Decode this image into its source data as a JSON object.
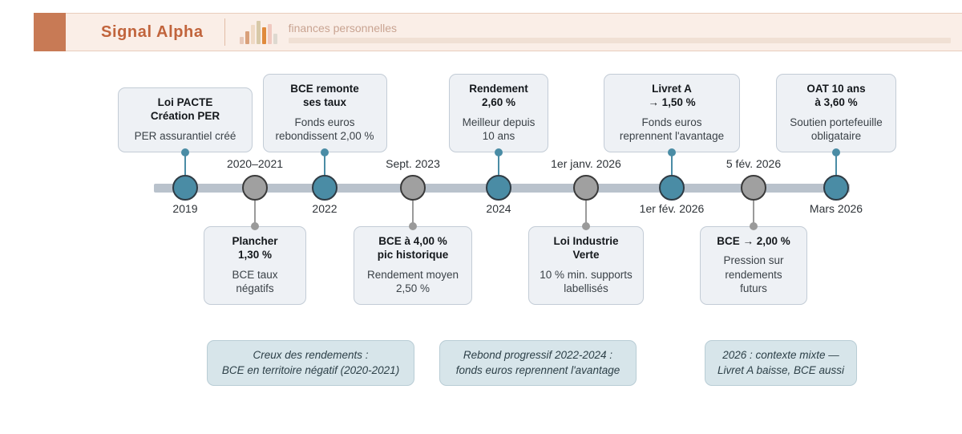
{
  "header": {
    "brand": "Signal Alpha",
    "subtitle": "finances personnelles",
    "logo_icon": "bar-chart-icon",
    "accent_color": "#c87a55",
    "panel_color": "#faeee7",
    "brand_color": "#c1643c",
    "logo_bars": [
      {
        "h": 9,
        "color": "#e8c8b8"
      },
      {
        "h": 16,
        "color": "#d9a07a"
      },
      {
        "h": 24,
        "color": "#efd9c4"
      },
      {
        "h": 29,
        "color": "#d8c9a8"
      },
      {
        "h": 21,
        "color": "#e08a3c"
      },
      {
        "h": 25,
        "color": "#f0c9c0"
      },
      {
        "h": 13,
        "color": "#ded9d0"
      }
    ]
  },
  "timeline": {
    "axis_color": "#b9c2cc",
    "teal_color": "#4a8ca5",
    "gray_color": "#a0a0a0",
    "nodes": [
      {
        "id": "2019",
        "date": "2019",
        "type": "teal",
        "card_position": "above",
        "title": "Loi PACTE\nCréation PER",
        "title_line1": "Loi PACTE",
        "title_line2": "Création PER",
        "subtitle": "PER assurantiel créé"
      },
      {
        "id": "2020-2021",
        "date": "2020–2021",
        "type": "gray",
        "card_position": "below",
        "title_line1": "Plancher",
        "title_line2": "1,30 %",
        "subtitle": "BCE taux négatifs"
      },
      {
        "id": "2022",
        "date": "2022",
        "type": "teal",
        "card_position": "above",
        "title_line1": "BCE remonte",
        "title_line2": "ses taux",
        "subtitle": "Fonds euros\nrebondissent 2,00 %",
        "subtitle_line1": "Fonds euros",
        "subtitle_line2": "rebondissent 2,00 %"
      },
      {
        "id": "sept-2023",
        "date": "Sept. 2023",
        "type": "gray",
        "card_position": "below",
        "title_line1": "BCE à 4,00 %",
        "title_line2": "pic historique",
        "subtitle_line1": "Rendement moyen",
        "subtitle_line2": "2,50 %"
      },
      {
        "id": "2024",
        "date": "2024",
        "type": "teal",
        "card_position": "above",
        "title_line1": "Rendement",
        "title_line2": "2,60 %",
        "subtitle_line1": "Meilleur depuis",
        "subtitle_line2": "10 ans"
      },
      {
        "id": "1er-janv-2026",
        "date": "1er janv. 2026",
        "type": "gray",
        "card_position": "below",
        "title_line1": "Loi Industrie",
        "title_line2": "Verte",
        "subtitle_line1": "10 % min. supports",
        "subtitle_line2": "labellisés"
      },
      {
        "id": "1er-fev-2026",
        "date": "1er fév. 2026",
        "type": "teal",
        "card_position": "above",
        "title_line1": "Livret A",
        "title_line2": "→ 1,50 %",
        "subtitle_line1": "Fonds euros",
        "subtitle_line2": "reprennent l'avantage"
      },
      {
        "id": "5-fev-2026",
        "date": "5 fév. 2026",
        "type": "gray",
        "card_position": "below",
        "title_line1": "BCE → 2,00 %",
        "title_line2": "",
        "subtitle_line1": "Pression sur",
        "subtitle_line2": "rendements futurs"
      },
      {
        "id": "mars-2026",
        "date": "Mars 2026",
        "type": "teal",
        "card_position": "above",
        "title_line1": "OAT 10 ans",
        "title_line2": "à 3,60 %",
        "subtitle_line1": "Soutien portefeuille",
        "subtitle_line2": "obligataire"
      }
    ]
  },
  "summaries": [
    {
      "line1": "Creux des rendements :",
      "line2": "BCE en territoire négatif (2020-2021)"
    },
    {
      "line1": "Rebond progressif 2022-2024 :",
      "line2": "fonds euros reprennent l'avantage"
    },
    {
      "line1": "2026 : contexte mixte —",
      "line2": "Livret A baisse, BCE aussi"
    }
  ]
}
